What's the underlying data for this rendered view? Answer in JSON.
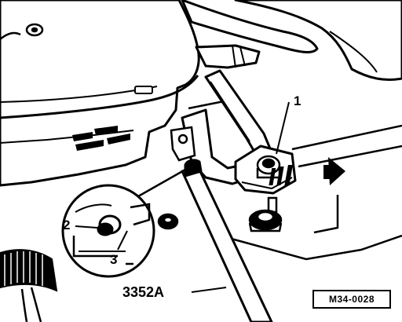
{
  "diagram": {
    "callouts": {
      "part_1": "1",
      "part_2": "2",
      "part_3": "3",
      "tool": "3352A"
    },
    "reference_code": "M34-0028",
    "colors": {
      "ink": "#000000",
      "paper": "#ffffff"
    },
    "icons": {
      "direction": "arrow-right-icon"
    }
  }
}
